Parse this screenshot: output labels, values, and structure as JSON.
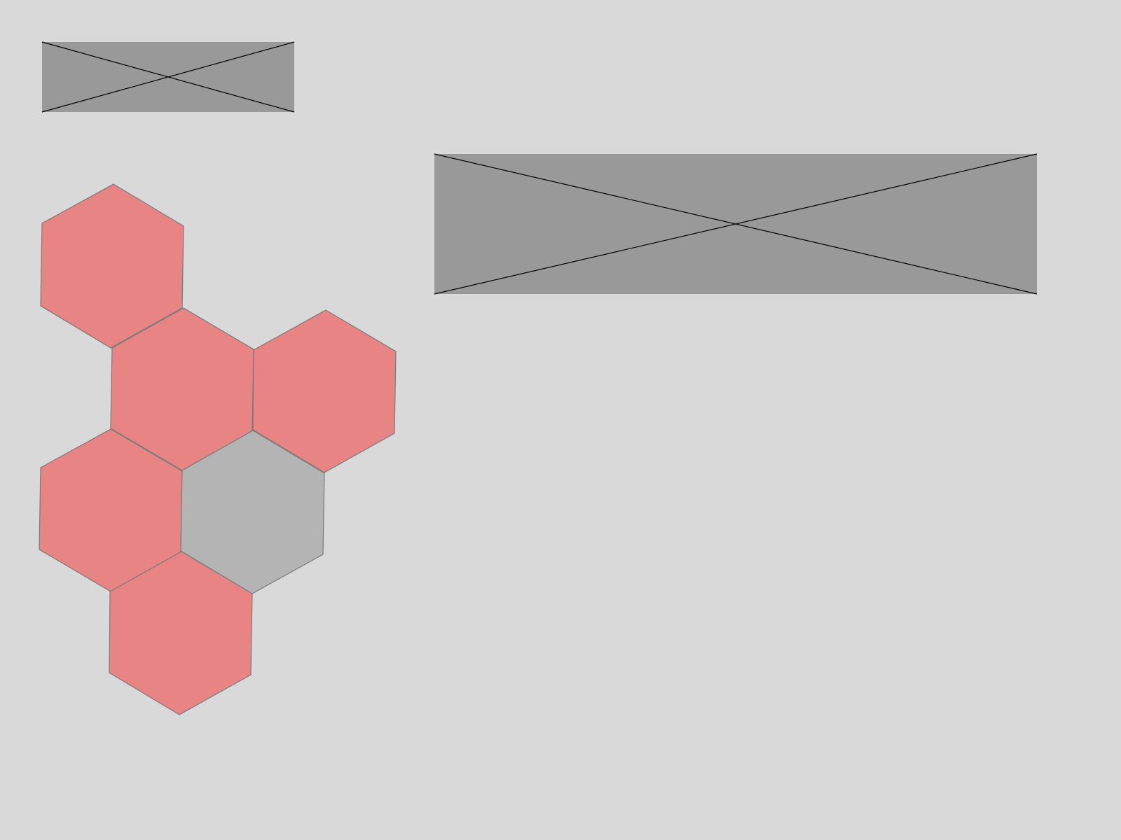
{
  "colors": {
    "background": "#d9d9d9",
    "placeholder_fill": "#999999",
    "placeholder_cross": "#000000",
    "tile_red": "#e88484",
    "tile_gray": "#b4b4b4",
    "tile_stroke": "#7a7a7a"
  },
  "placeholders": [
    {
      "name": "small-image-placeholder",
      "icon": "image-placeholder-icon"
    },
    {
      "name": "banner-image-placeholder",
      "icon": "image-placeholder-icon"
    }
  ],
  "board": {
    "tiles": [
      {
        "id": "hex-top-left",
        "state": "red"
      },
      {
        "id": "hex-middle-left",
        "state": "red"
      },
      {
        "id": "hex-middle-right",
        "state": "red"
      },
      {
        "id": "hex-lower-left",
        "state": "red"
      },
      {
        "id": "hex-center",
        "state": "gray"
      },
      {
        "id": "hex-bottom",
        "state": "red"
      }
    ]
  }
}
